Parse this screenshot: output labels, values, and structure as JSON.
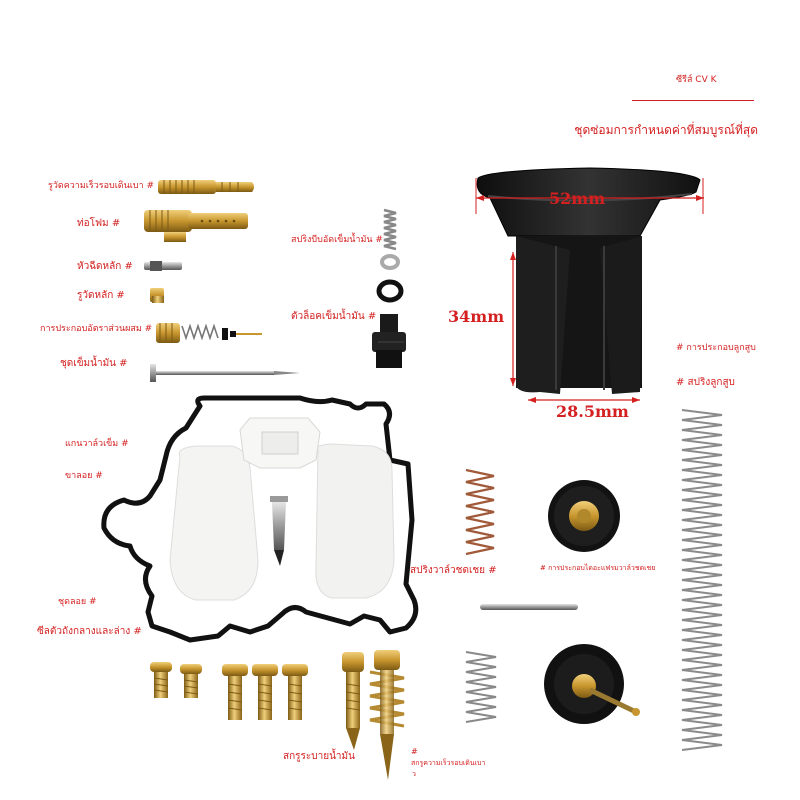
{
  "header": {
    "series": "ซีรีส์ CV K",
    "title": "ชุดซ่อมการกำหนดค่าที่สมบูรณ์ที่สุด"
  },
  "dimensions": {
    "top_width": "52mm",
    "height": "34mm",
    "bottom_width": "28.5mm"
  },
  "labels": {
    "air_screw": "รูวัดความเร็วรอบเดินเบา #",
    "foam_tube": "ท่อโฟม #",
    "main_nozzle": "หัวฉีดหลัก #",
    "main_jet": "รูวัดหลัก #",
    "mixture_assembly": "การประกอบอัตราส่วนผสม #",
    "needle_set": "ชุดเข็มน้ำมัน #",
    "needle_spring": "สปริงบีบอัดเข็มน้ำมัน #",
    "needle_lock": "ตัวล็อคเข็มน้ำมัน #",
    "piston_assembly": "# การประกอบลูกสูบ",
    "piston_spring": "# สปริงลูกสูบ",
    "valve_rod": "แกนวาล์วเข็ม #",
    "float_leg": "ขาลอย #",
    "float_set": "ชุดลอย #",
    "bowl_seal": "ซีลตัวถังกลางและล่าง #",
    "accel_spring": "สปริงวาล์วชดเชย #",
    "accel_diaphragm": "# การประกอบไดอะแฟรมวาล์วชดเชย",
    "drain_screw": "สกรูระบายน้ำมัน",
    "idle_screw_label": "สกรูความเร็วรอบเดินเบา",
    "idle_screw_hash": "#",
    "idle_screw_extra": "ว"
  },
  "colors": {
    "accent": "#d42020",
    "brass": "#c8962e",
    "rubber": "#1c1c1c",
    "float_white": "#f4f4f2"
  }
}
